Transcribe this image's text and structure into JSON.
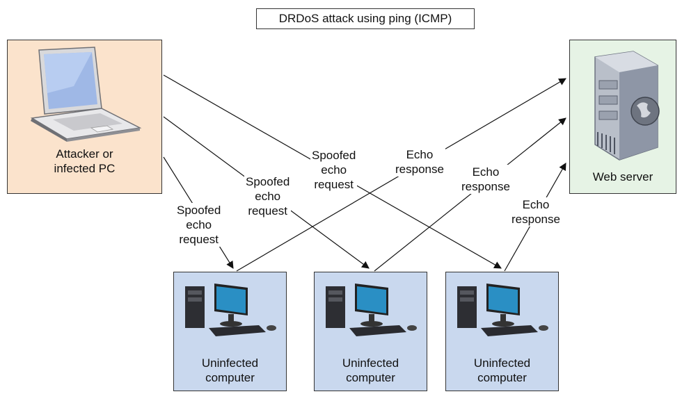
{
  "title": "DRDoS attack using ping (ICMP)",
  "nodes": {
    "attacker": {
      "label": "Attacker or\ninfected PC",
      "icon": "laptop-icon"
    },
    "server": {
      "label": "Web server",
      "icon": "web-server-icon"
    },
    "victims": [
      {
        "label": "Uninfected\ncomputer",
        "icon": "desktop-computer-icon"
      },
      {
        "label": "Uninfected\ncomputer",
        "icon": "desktop-computer-icon"
      },
      {
        "label": "Uninfected\ncomputer",
        "icon": "desktop-computer-icon"
      }
    ]
  },
  "edges": {
    "requests": [
      {
        "label": "Spoofed\necho\nrequest"
      },
      {
        "label": "Spoofed\necho\nrequest"
      },
      {
        "label": "Spoofed\necho\nrequest"
      }
    ],
    "responses": [
      {
        "label": "Echo\nresponse"
      },
      {
        "label": "Echo\nresponse"
      },
      {
        "label": "Echo\nresponse"
      }
    ]
  }
}
